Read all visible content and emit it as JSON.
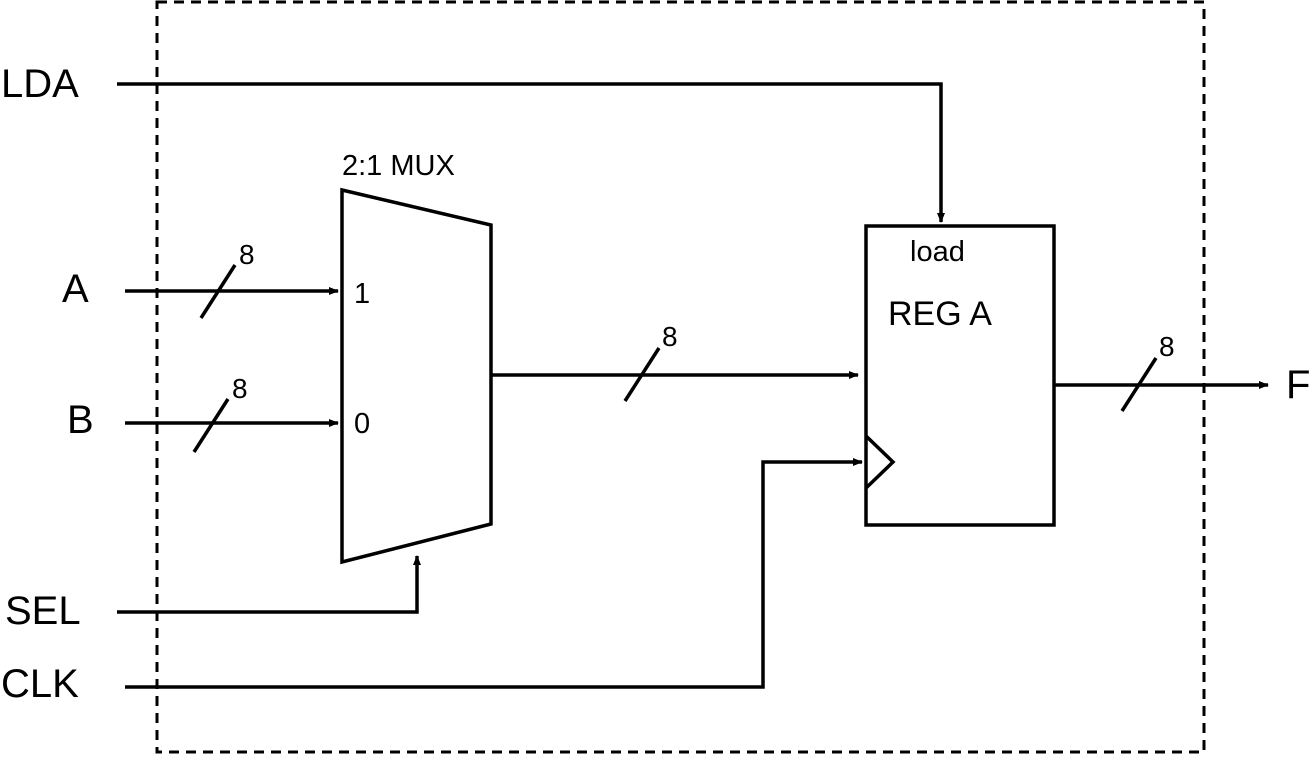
{
  "diagram": {
    "inputs": {
      "lda": "LDA",
      "a": "A",
      "b": "B",
      "sel": "SEL",
      "clk": "CLK"
    },
    "output": "F",
    "mux": {
      "title": "2:1 MUX",
      "input_1": "1",
      "input_0": "0"
    },
    "register": {
      "name": "REG A",
      "load": "load"
    },
    "bus_widths": {
      "a": "8",
      "b": "8",
      "mux_out": "8",
      "f": "8"
    }
  }
}
